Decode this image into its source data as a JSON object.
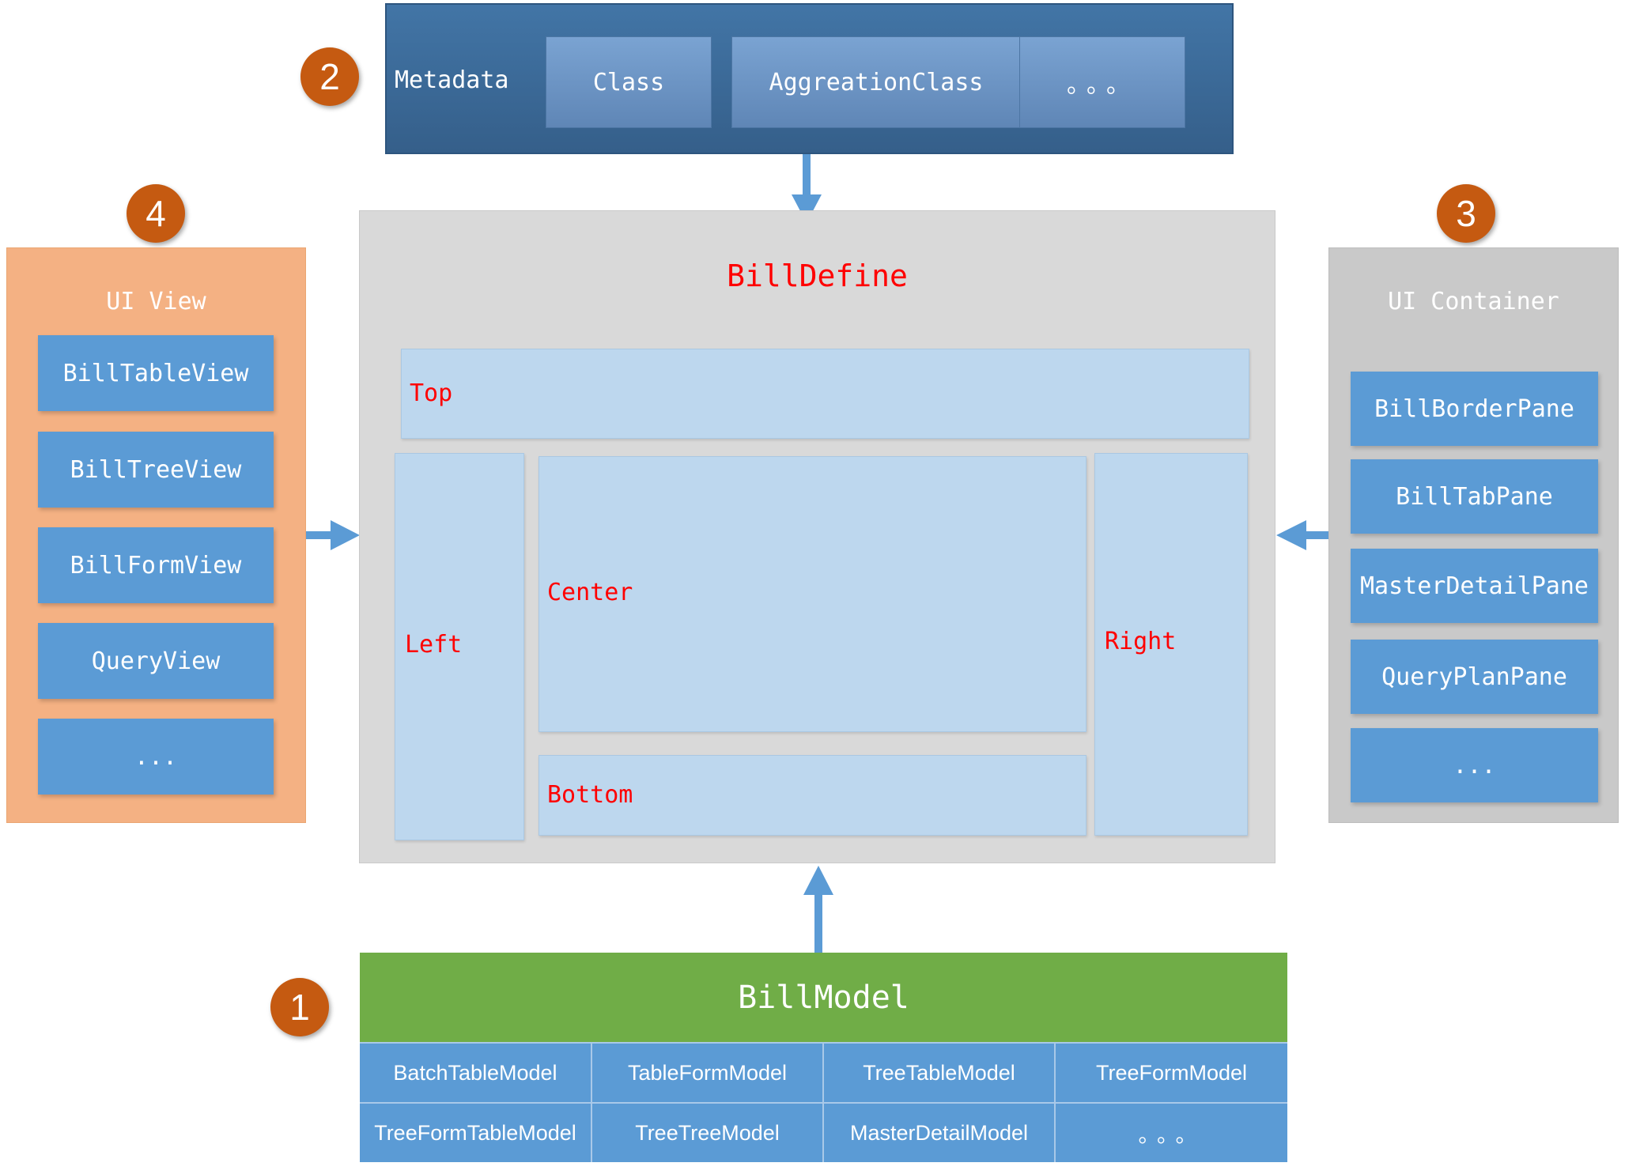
{
  "metadata": {
    "label": "Metadata",
    "items": [
      "Class",
      "AggreationClass",
      "。。。"
    ]
  },
  "billdefine": {
    "title": "BillDefine",
    "regions": {
      "top": "Top",
      "left": "Left",
      "center": "Center",
      "bottom": "Bottom",
      "right": "Right"
    }
  },
  "ui_view": {
    "title": "UI View",
    "items": [
      "BillTableView",
      "BillTreeView",
      "BillFormView",
      "QueryView",
      "..."
    ]
  },
  "ui_container": {
    "title": "UI Container",
    "items": [
      "BillBorderPane",
      "BillTabPane",
      "MasterDetailPane",
      "QueryPlanPane",
      "..."
    ]
  },
  "billmodel": {
    "title": "BillModel",
    "row1": [
      "BatchTableModel",
      "TableFormModel",
      "TreeTableModel",
      "TreeFormModel"
    ],
    "row2": [
      "TreeFormTableModel",
      "TreeTreeModel",
      "MasterDetailModel",
      "。。。"
    ]
  },
  "badges": {
    "billmodel": "1",
    "metadata": "2",
    "ui_container": "3",
    "ui_view": "4"
  },
  "colors": {
    "metadata": "#3d6d9e",
    "billdefine": "#d9d9d9",
    "region": "#bdd7ee",
    "region_text": "#ff0000",
    "ui_view": "#f4b183",
    "ui_container": "#c9c9c9",
    "item_blue": "#5b9bd5",
    "billmodel": "#70ad47",
    "badge": "#c55a11",
    "arrow": "#5b9bd5"
  }
}
